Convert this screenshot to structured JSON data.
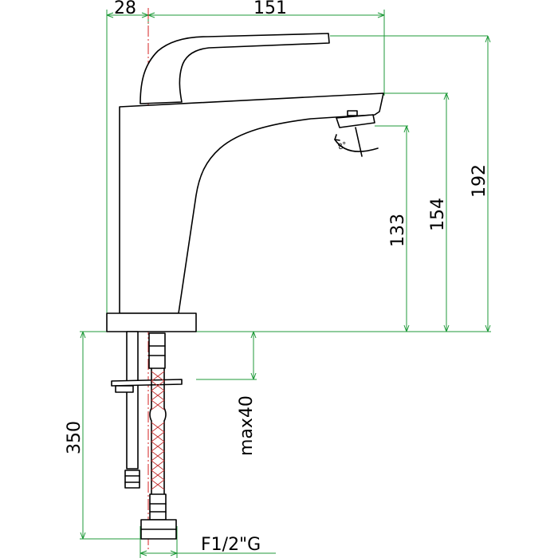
{
  "dimensions": {
    "base_offset": "28",
    "spout_reach": "151",
    "total_height": "192",
    "spout_height": "154",
    "outlet_height": "133",
    "hose_length": "350",
    "max_deck_thickness": "max40",
    "thread_size": "F1/2\"G",
    "swivel_angle": "8°"
  },
  "colors": {
    "outline": "#000000",
    "dimension_lines": "#1f9a3a",
    "center_axis": "#d42020"
  }
}
